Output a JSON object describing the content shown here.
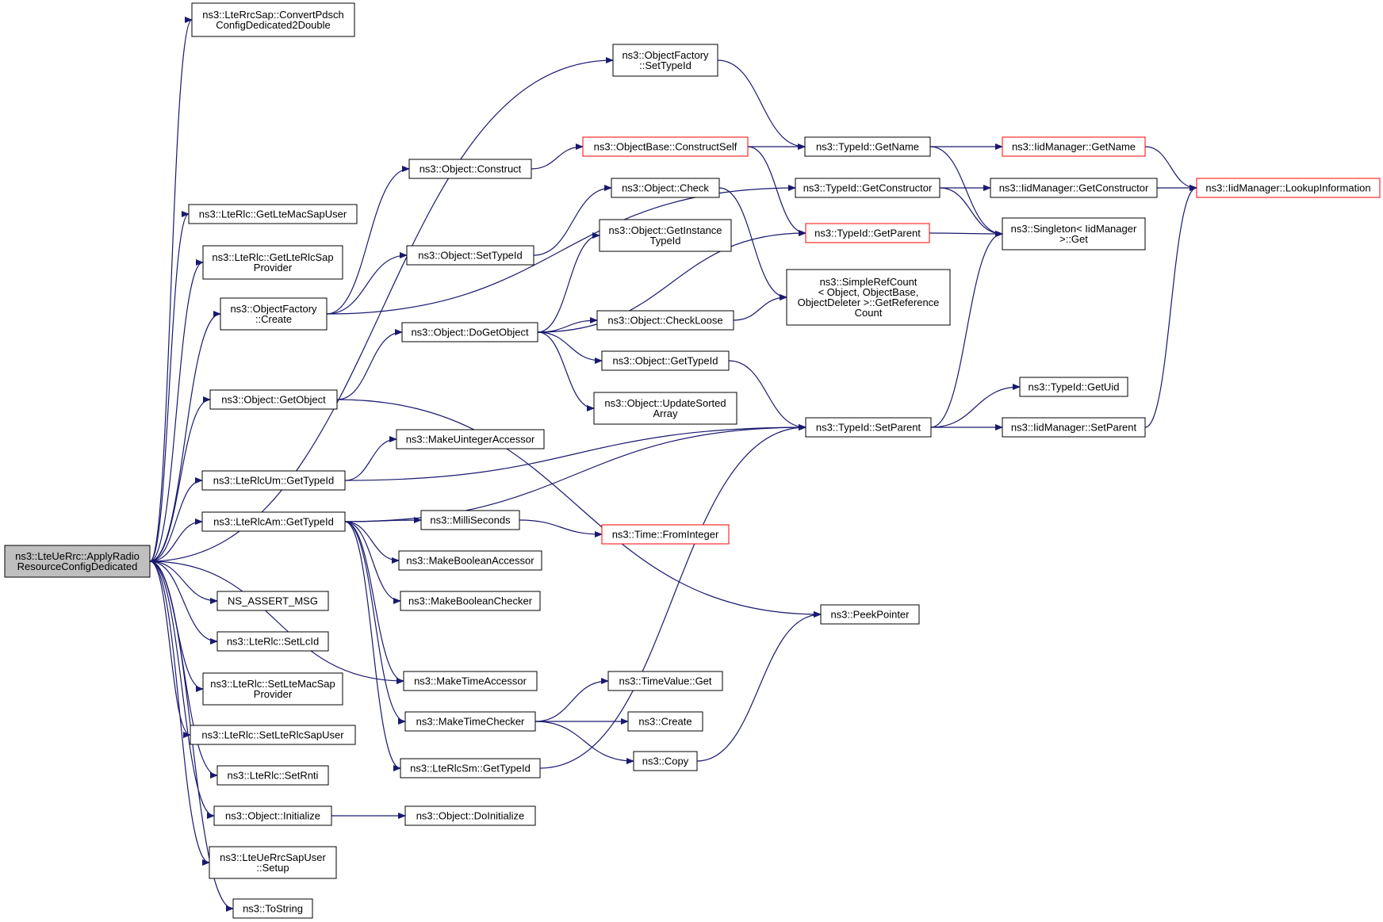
{
  "colors": {
    "edge": "#191970",
    "node_border": "#000000",
    "truncated_border": "#ff0000",
    "root_fill": "#bfbfbf",
    "background": "#ffffff"
  },
  "nodes": [
    {
      "id": "root",
      "lines": [
        "ns3::LteUeRrc::ApplyRadio",
        "ResourceConfigDedicated"
      ],
      "style": "root"
    },
    {
      "id": "convertPdsch",
      "lines": [
        "ns3::LteRrcSap::ConvertPdsch",
        "ConfigDedicated2Double"
      ]
    },
    {
      "id": "getLteMacSapUser",
      "lines": [
        "ns3::LteRlc::GetLteMacSapUser"
      ]
    },
    {
      "id": "getLteRlcSapProvider",
      "lines": [
        "ns3::LteRlc::GetLteRlcSap",
        "Provider"
      ]
    },
    {
      "id": "objFactoryCreate",
      "lines": [
        "ns3::ObjectFactory",
        "::Create"
      ]
    },
    {
      "id": "objGetObject",
      "lines": [
        "ns3::Object::GetObject"
      ]
    },
    {
      "id": "rlcUmGetTypeId",
      "lines": [
        "ns3::LteRlcUm::GetTypeId"
      ]
    },
    {
      "id": "rlcAmGetTypeId",
      "lines": [
        "ns3::LteRlcAm::GetTypeId"
      ]
    },
    {
      "id": "nsAssertMsg",
      "lines": [
        "NS_ASSERT_MSG"
      ]
    },
    {
      "id": "setLcId",
      "lines": [
        "ns3::LteRlc::SetLcId"
      ]
    },
    {
      "id": "setLteMacSapProvider",
      "lines": [
        "ns3::LteRlc::SetLteMacSap",
        "Provider"
      ]
    },
    {
      "id": "setLteRlcSapUser",
      "lines": [
        "ns3::LteRlc::SetLteRlcSapUser"
      ]
    },
    {
      "id": "setRnti",
      "lines": [
        "ns3::LteRlc::SetRnti"
      ]
    },
    {
      "id": "objInitialize",
      "lines": [
        "ns3::Object::Initialize"
      ]
    },
    {
      "id": "rrcSapUserSetup",
      "lines": [
        "ns3::LteUeRrcSapUser",
        "::Setup"
      ]
    },
    {
      "id": "toString",
      "lines": [
        "ns3::ToString"
      ]
    },
    {
      "id": "objFactorySetTypeId",
      "lines": [
        "ns3::ObjectFactory",
        "::SetTypeId"
      ]
    },
    {
      "id": "objConstruct",
      "lines": [
        "ns3::Object::Construct"
      ]
    },
    {
      "id": "objSetTypeId",
      "lines": [
        "ns3::Object::SetTypeId"
      ]
    },
    {
      "id": "objDoGetObject",
      "lines": [
        "ns3::Object::DoGetObject"
      ]
    },
    {
      "id": "makeUintegerAccessor",
      "lines": [
        "ns3::MakeUintegerAccessor"
      ]
    },
    {
      "id": "milliSeconds",
      "lines": [
        "ns3::MilliSeconds"
      ]
    },
    {
      "id": "makeBooleanAccessor",
      "lines": [
        "ns3::MakeBooleanAccessor"
      ]
    },
    {
      "id": "makeBooleanChecker",
      "lines": [
        "ns3::MakeBooleanChecker"
      ]
    },
    {
      "id": "makeTimeAccessor",
      "lines": [
        "ns3::MakeTimeAccessor"
      ]
    },
    {
      "id": "makeTimeChecker",
      "lines": [
        "ns3::MakeTimeChecker"
      ]
    },
    {
      "id": "rlcSmGetTypeId",
      "lines": [
        "ns3::LteRlcSm::GetTypeId"
      ]
    },
    {
      "id": "objDoInitialize",
      "lines": [
        "ns3::Object::DoInitialize"
      ]
    },
    {
      "id": "objBaseConstructSelf",
      "lines": [
        "ns3::ObjectBase::ConstructSelf"
      ],
      "style": "red"
    },
    {
      "id": "objCheck",
      "lines": [
        "ns3::Object::Check"
      ]
    },
    {
      "id": "objGetInstanceTypeId",
      "lines": [
        "ns3::Object::GetInstance",
        "TypeId"
      ]
    },
    {
      "id": "objCheckLoose",
      "lines": [
        "ns3::Object::CheckLoose"
      ]
    },
    {
      "id": "objGetTypeId",
      "lines": [
        "ns3::Object::GetTypeId"
      ]
    },
    {
      "id": "objUpdateSortedArray",
      "lines": [
        "ns3::Object::UpdateSorted",
        "Array"
      ]
    },
    {
      "id": "timeFromInteger",
      "lines": [
        "ns3::Time::FromInteger"
      ],
      "style": "red"
    },
    {
      "id": "timeValueGet",
      "lines": [
        "ns3::TimeValue::Get"
      ]
    },
    {
      "id": "create",
      "lines": [
        "ns3::Create"
      ]
    },
    {
      "id": "copy",
      "lines": [
        "ns3::Copy"
      ]
    },
    {
      "id": "typeIdGetName",
      "lines": [
        "ns3::TypeId::GetName"
      ]
    },
    {
      "id": "typeIdGetConstructor",
      "lines": [
        "ns3::TypeId::GetConstructor"
      ]
    },
    {
      "id": "typeIdGetParent",
      "lines": [
        "ns3::TypeId::GetParent"
      ],
      "style": "red"
    },
    {
      "id": "simpleRefCount",
      "lines": [
        "ns3::SimpleRefCount",
        "< Object, ObjectBase,",
        "ObjectDeleter >::GetReference",
        "Count"
      ]
    },
    {
      "id": "typeIdSetParent",
      "lines": [
        "ns3::TypeId::SetParent"
      ]
    },
    {
      "id": "peekPointer",
      "lines": [
        "ns3::PeekPointer"
      ]
    },
    {
      "id": "iidGetName",
      "lines": [
        "ns3::IidManager::GetName"
      ],
      "style": "red"
    },
    {
      "id": "iidGetConstructor",
      "lines": [
        "ns3::IidManager::GetConstructor"
      ]
    },
    {
      "id": "singletonGet",
      "lines": [
        "ns3::Singleton< IidManager",
        ">::Get"
      ]
    },
    {
      "id": "typeIdGetUid",
      "lines": [
        "ns3::TypeId::GetUid"
      ]
    },
    {
      "id": "iidSetParent",
      "lines": [
        "ns3::IidManager::SetParent"
      ]
    },
    {
      "id": "iidLookupInformation",
      "lines": [
        "ns3::IidManager::LookupInformation"
      ],
      "style": "red"
    }
  ]
}
